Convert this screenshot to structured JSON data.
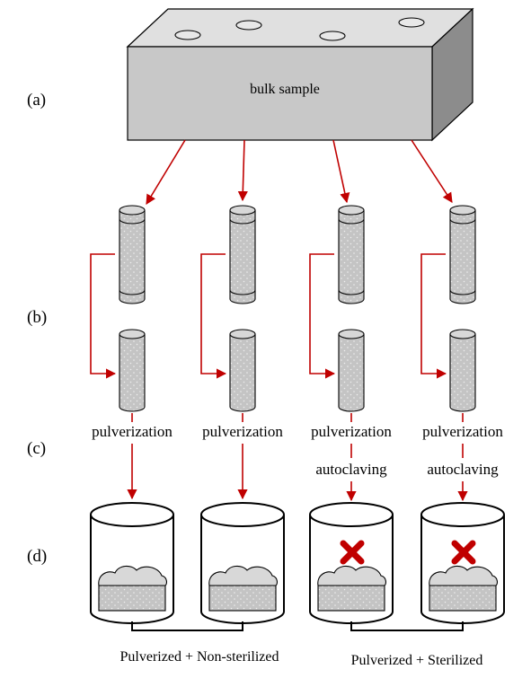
{
  "diagram": {
    "row_labels": [
      "(a)",
      "(b)",
      "(c)",
      "(d)"
    ],
    "bulk_label": "bulk sample",
    "columns": [
      {
        "steps": [
          "pulverization"
        ],
        "sterilized": false
      },
      {
        "steps": [
          "pulverization"
        ],
        "sterilized": false
      },
      {
        "steps": [
          "pulverization",
          "autoclaving"
        ],
        "sterilized": true
      },
      {
        "steps": [
          "pulverization",
          "autoclaving"
        ],
        "sterilized": true
      }
    ],
    "groups": [
      {
        "label": "Pulverized + Non-sterilized"
      },
      {
        "label": "Pulverized + Sterilized"
      }
    ],
    "colors": {
      "arrow": "#c00000",
      "cross": "#c00000",
      "sample_fill": "#c8c8c8",
      "block_front": "#c8c8c8",
      "block_top": "#e0e0e0",
      "block_side": "#8c8c8c"
    }
  }
}
